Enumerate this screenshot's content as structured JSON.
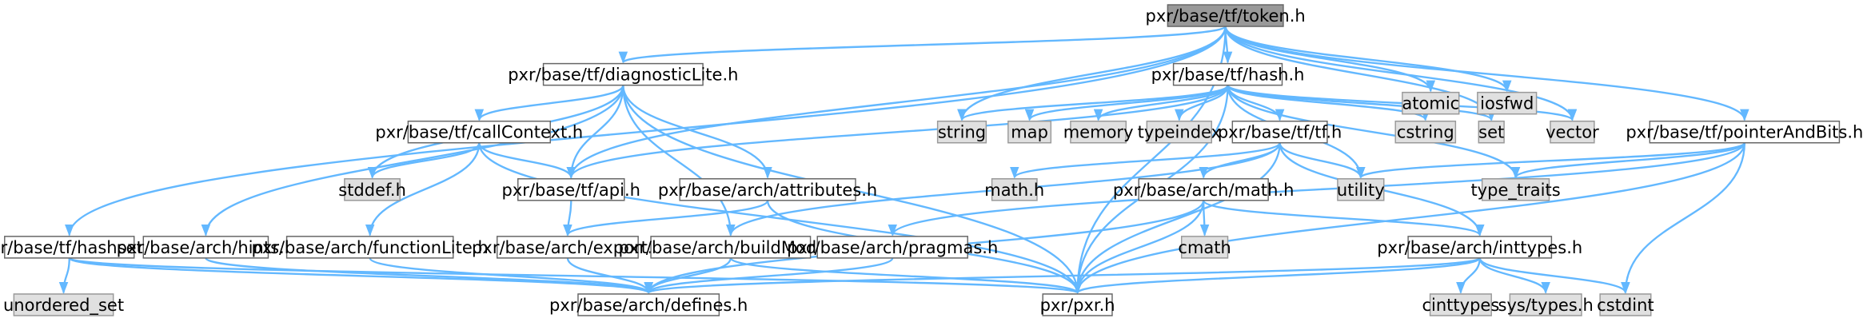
{
  "colors": {
    "root_fill": "#999999",
    "header_fill": "#ffffff",
    "system_fill": "#e0e0e0",
    "node_border": "#666666",
    "system_border": "#999999",
    "edge": "#63b8ff"
  },
  "nodes": [
    {
      "id": "token",
      "label": "pxr/base/tf/token.h",
      "kind": "root"
    },
    {
      "id": "diag",
      "label": "pxr/base/tf/diagnosticLite.h",
      "kind": "header"
    },
    {
      "id": "hash",
      "label": "pxr/base/tf/hash.h",
      "kind": "header"
    },
    {
      "id": "atomic",
      "label": "atomic",
      "kind": "system"
    },
    {
      "id": "iosfwd",
      "label": "iosfwd",
      "kind": "system"
    },
    {
      "id": "callctx",
      "label": "pxr/base/tf/callContext.h",
      "kind": "header"
    },
    {
      "id": "string",
      "label": "string",
      "kind": "system"
    },
    {
      "id": "map",
      "label": "map",
      "kind": "system"
    },
    {
      "id": "memory",
      "label": "memory",
      "kind": "system"
    },
    {
      "id": "typeindex",
      "label": "typeindex",
      "kind": "system"
    },
    {
      "id": "tfh",
      "label": "pxr/base/tf/tf.h",
      "kind": "header"
    },
    {
      "id": "cstring",
      "label": "cstring",
      "kind": "system"
    },
    {
      "id": "set",
      "label": "set",
      "kind": "system"
    },
    {
      "id": "vector",
      "label": "vector",
      "kind": "system"
    },
    {
      "id": "ptrbits",
      "label": "pxr/base/tf/pointerAndBits.h",
      "kind": "header"
    },
    {
      "id": "stddef",
      "label": "stddef.h",
      "kind": "system"
    },
    {
      "id": "tfapi",
      "label": "pxr/base/tf/api.h",
      "kind": "header"
    },
    {
      "id": "attrs",
      "label": "pxr/base/arch/attributes.h",
      "kind": "header"
    },
    {
      "id": "mathh",
      "label": "math.h",
      "kind": "system"
    },
    {
      "id": "archmath",
      "label": "pxr/base/arch/math.h",
      "kind": "header"
    },
    {
      "id": "utility",
      "label": "utility",
      "kind": "system"
    },
    {
      "id": "typetraits",
      "label": "type_traits",
      "kind": "system"
    },
    {
      "id": "hashset",
      "label": "pxr/base/tf/hashset.h",
      "kind": "header"
    },
    {
      "id": "hints",
      "label": "pxr/base/arch/hints.h",
      "kind": "header"
    },
    {
      "id": "funclite",
      "label": "pxr/base/arch/functionLite.h",
      "kind": "header"
    },
    {
      "id": "export",
      "label": "pxr/base/arch/export.h",
      "kind": "header"
    },
    {
      "id": "buildmode",
      "label": "pxr/base/arch/buildMode.h",
      "kind": "header"
    },
    {
      "id": "pragmas",
      "label": "pxr/base/arch/pragmas.h",
      "kind": "header"
    },
    {
      "id": "cmath",
      "label": "cmath",
      "kind": "system"
    },
    {
      "id": "inttypes",
      "label": "pxr/base/arch/inttypes.h",
      "kind": "header"
    },
    {
      "id": "unordered",
      "label": "unordered_set",
      "kind": "system"
    },
    {
      "id": "defines",
      "label": "pxr/base/arch/defines.h",
      "kind": "header"
    },
    {
      "id": "pxrh",
      "label": "pxr/pxr.h",
      "kind": "header"
    },
    {
      "id": "cinttypes",
      "label": "cinttypes",
      "kind": "system"
    },
    {
      "id": "systypes",
      "label": "sys/types.h",
      "kind": "system"
    },
    {
      "id": "cstdint",
      "label": "cstdint",
      "kind": "system"
    }
  ],
  "edges": [
    [
      "token",
      "diag"
    ],
    [
      "token",
      "hash"
    ],
    [
      "token",
      "atomic"
    ],
    [
      "token",
      "iosfwd"
    ],
    [
      "token",
      "string"
    ],
    [
      "token",
      "set"
    ],
    [
      "token",
      "vector"
    ],
    [
      "token",
      "ptrbits"
    ],
    [
      "token",
      "tfapi"
    ],
    [
      "token",
      "hashset"
    ],
    [
      "token",
      "pxrh"
    ],
    [
      "diag",
      "callctx"
    ],
    [
      "diag",
      "stddef"
    ],
    [
      "diag",
      "tfapi"
    ],
    [
      "diag",
      "attrs"
    ],
    [
      "diag",
      "hints"
    ],
    [
      "diag",
      "buildmode"
    ],
    [
      "diag",
      "pxrh"
    ],
    [
      "hash",
      "string"
    ],
    [
      "hash",
      "map"
    ],
    [
      "hash",
      "memory"
    ],
    [
      "hash",
      "typeindex"
    ],
    [
      "hash",
      "tfh"
    ],
    [
      "hash",
      "cstring"
    ],
    [
      "hash",
      "set"
    ],
    [
      "hash",
      "vector"
    ],
    [
      "hash",
      "utility"
    ],
    [
      "hash",
      "typetraits"
    ],
    [
      "hash",
      "tfapi"
    ],
    [
      "hash",
      "pxrh"
    ],
    [
      "callctx",
      "stddef"
    ],
    [
      "callctx",
      "tfapi"
    ],
    [
      "callctx",
      "funclite"
    ],
    [
      "callctx",
      "pxrh"
    ],
    [
      "tfh",
      "mathh"
    ],
    [
      "tfh",
      "archmath"
    ],
    [
      "tfh",
      "utility"
    ],
    [
      "tfh",
      "buildmode"
    ],
    [
      "tfh",
      "inttypes"
    ],
    [
      "tfh",
      "pxrh"
    ],
    [
      "ptrbits",
      "utility"
    ],
    [
      "ptrbits",
      "typetraits"
    ],
    [
      "ptrbits",
      "pragmas"
    ],
    [
      "ptrbits",
      "cstdint"
    ],
    [
      "ptrbits",
      "pxrh"
    ],
    [
      "tfapi",
      "export"
    ],
    [
      "attrs",
      "export"
    ],
    [
      "attrs",
      "pxrh"
    ],
    [
      "archmath",
      "cmath"
    ],
    [
      "archmath",
      "inttypes"
    ],
    [
      "archmath",
      "defines"
    ],
    [
      "archmath",
      "pxrh"
    ],
    [
      "hashset",
      "unordered"
    ],
    [
      "hashset",
      "defines"
    ],
    [
      "hashset",
      "pxrh"
    ],
    [
      "hints",
      "defines"
    ],
    [
      "funclite",
      "defines"
    ],
    [
      "export",
      "defines"
    ],
    [
      "buildmode",
      "defines"
    ],
    [
      "buildmode",
      "pxrh"
    ],
    [
      "pragmas",
      "defines"
    ],
    [
      "inttypes",
      "cinttypes"
    ],
    [
      "inttypes",
      "systypes"
    ],
    [
      "inttypes",
      "cstdint"
    ],
    [
      "inttypes",
      "defines"
    ],
    [
      "inttypes",
      "pxrh"
    ]
  ]
}
